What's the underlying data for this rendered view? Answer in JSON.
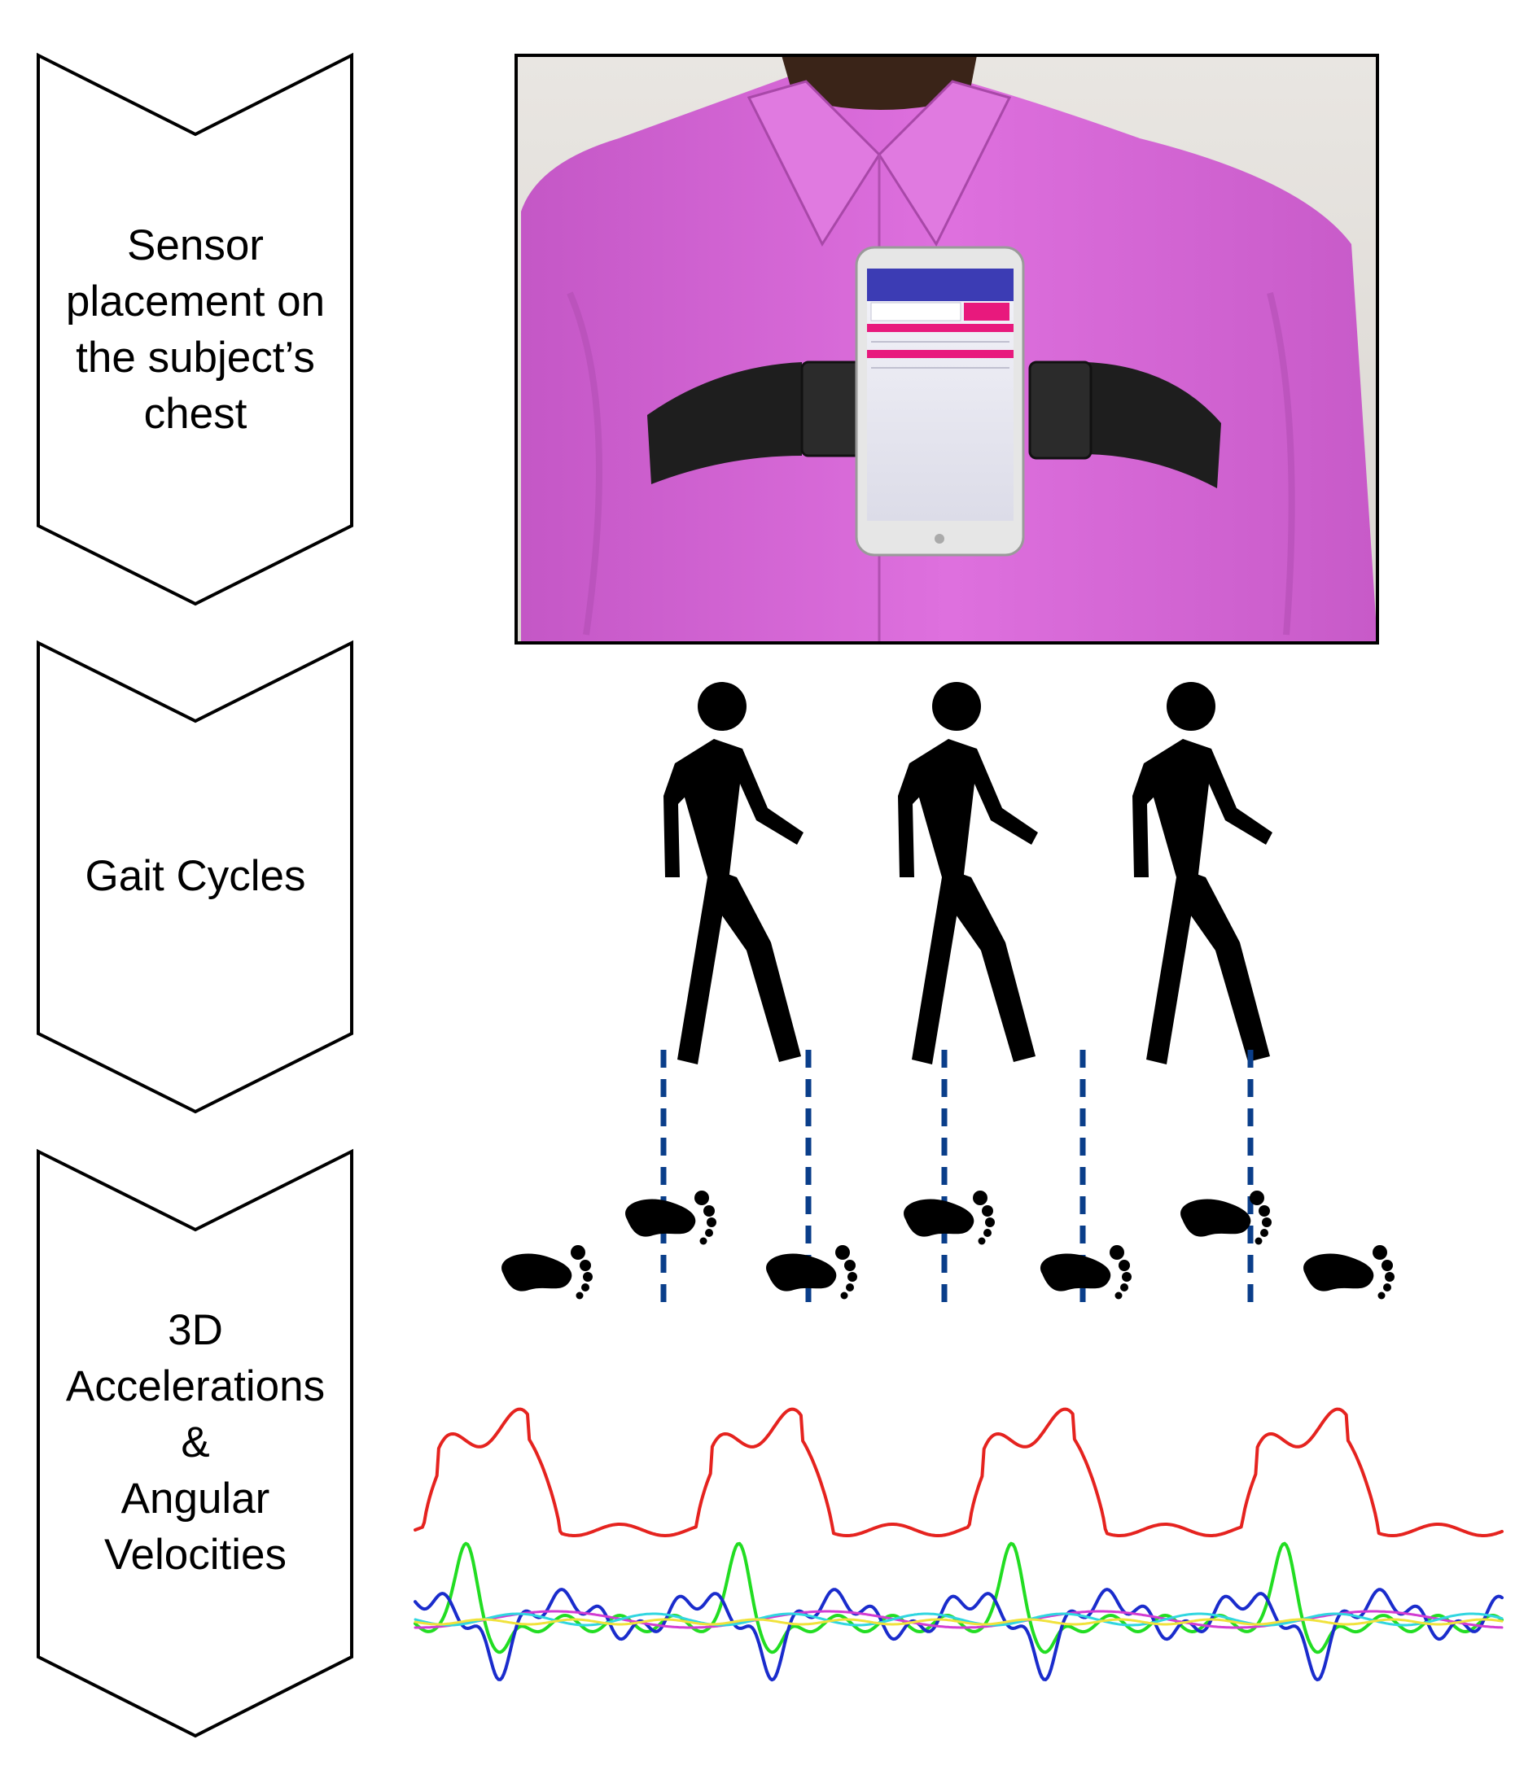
{
  "steps": [
    {
      "lines": [
        "Sensor",
        "placement on",
        "the subject’s",
        "chest"
      ]
    },
    {
      "lines": [
        "Gait Cycles"
      ]
    },
    {
      "lines": [
        "3D",
        "Accelerations",
        "&",
        "Angular",
        "Velocities"
      ]
    }
  ],
  "colors": {
    "shirt": "#d86ad8",
    "strap": "#1e1e1e",
    "phone_screen_header": "#3c3cb4",
    "phone_accent": "#e8197d",
    "dash_line": "#0a3e8a",
    "signal_red": "#e5231f",
    "signal_green": "#22dd22",
    "signal_blue": "#1a2ccc",
    "signal_magenta": "#d23cd2",
    "signal_cyan": "#30d6e0",
    "signal_yellow": "#f0e23c"
  },
  "icons": [
    "chevron-step-shape",
    "walking-person-icon",
    "footprint-icon"
  ]
}
